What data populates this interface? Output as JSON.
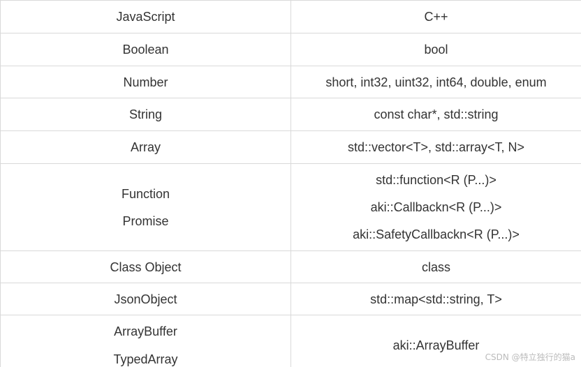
{
  "table": {
    "header": {
      "javascript": "JavaScript",
      "cpp": "C++"
    },
    "rows": [
      {
        "javascript": [
          "Boolean"
        ],
        "cpp": [
          "bool"
        ]
      },
      {
        "javascript": [
          "Number"
        ],
        "cpp": [
          "short, int32, uint32, int64, double, enum"
        ]
      },
      {
        "javascript": [
          "String"
        ],
        "cpp": [
          "const char*, std::string"
        ]
      },
      {
        "javascript": [
          "Array"
        ],
        "cpp": [
          "std::vector<T>, std::array<T, N>"
        ]
      },
      {
        "javascript": [
          "Function",
          "Promise"
        ],
        "cpp": [
          "std::function<R (P...)>",
          "aki::Callbackn<R (P...)>",
          "aki::SafetyCallbackn<R (P...)>"
        ]
      },
      {
        "javascript": [
          "Class Object"
        ],
        "cpp": [
          "class"
        ]
      },
      {
        "javascript": [
          "JsonObject"
        ],
        "cpp": [
          "std::map<std::string, T>"
        ]
      },
      {
        "javascript": [
          "ArrayBuffer",
          "TypedArray"
        ],
        "cpp": [
          "aki::ArrayBuffer"
        ]
      }
    ]
  },
  "watermark": "CSDN @特立独行的猫a"
}
